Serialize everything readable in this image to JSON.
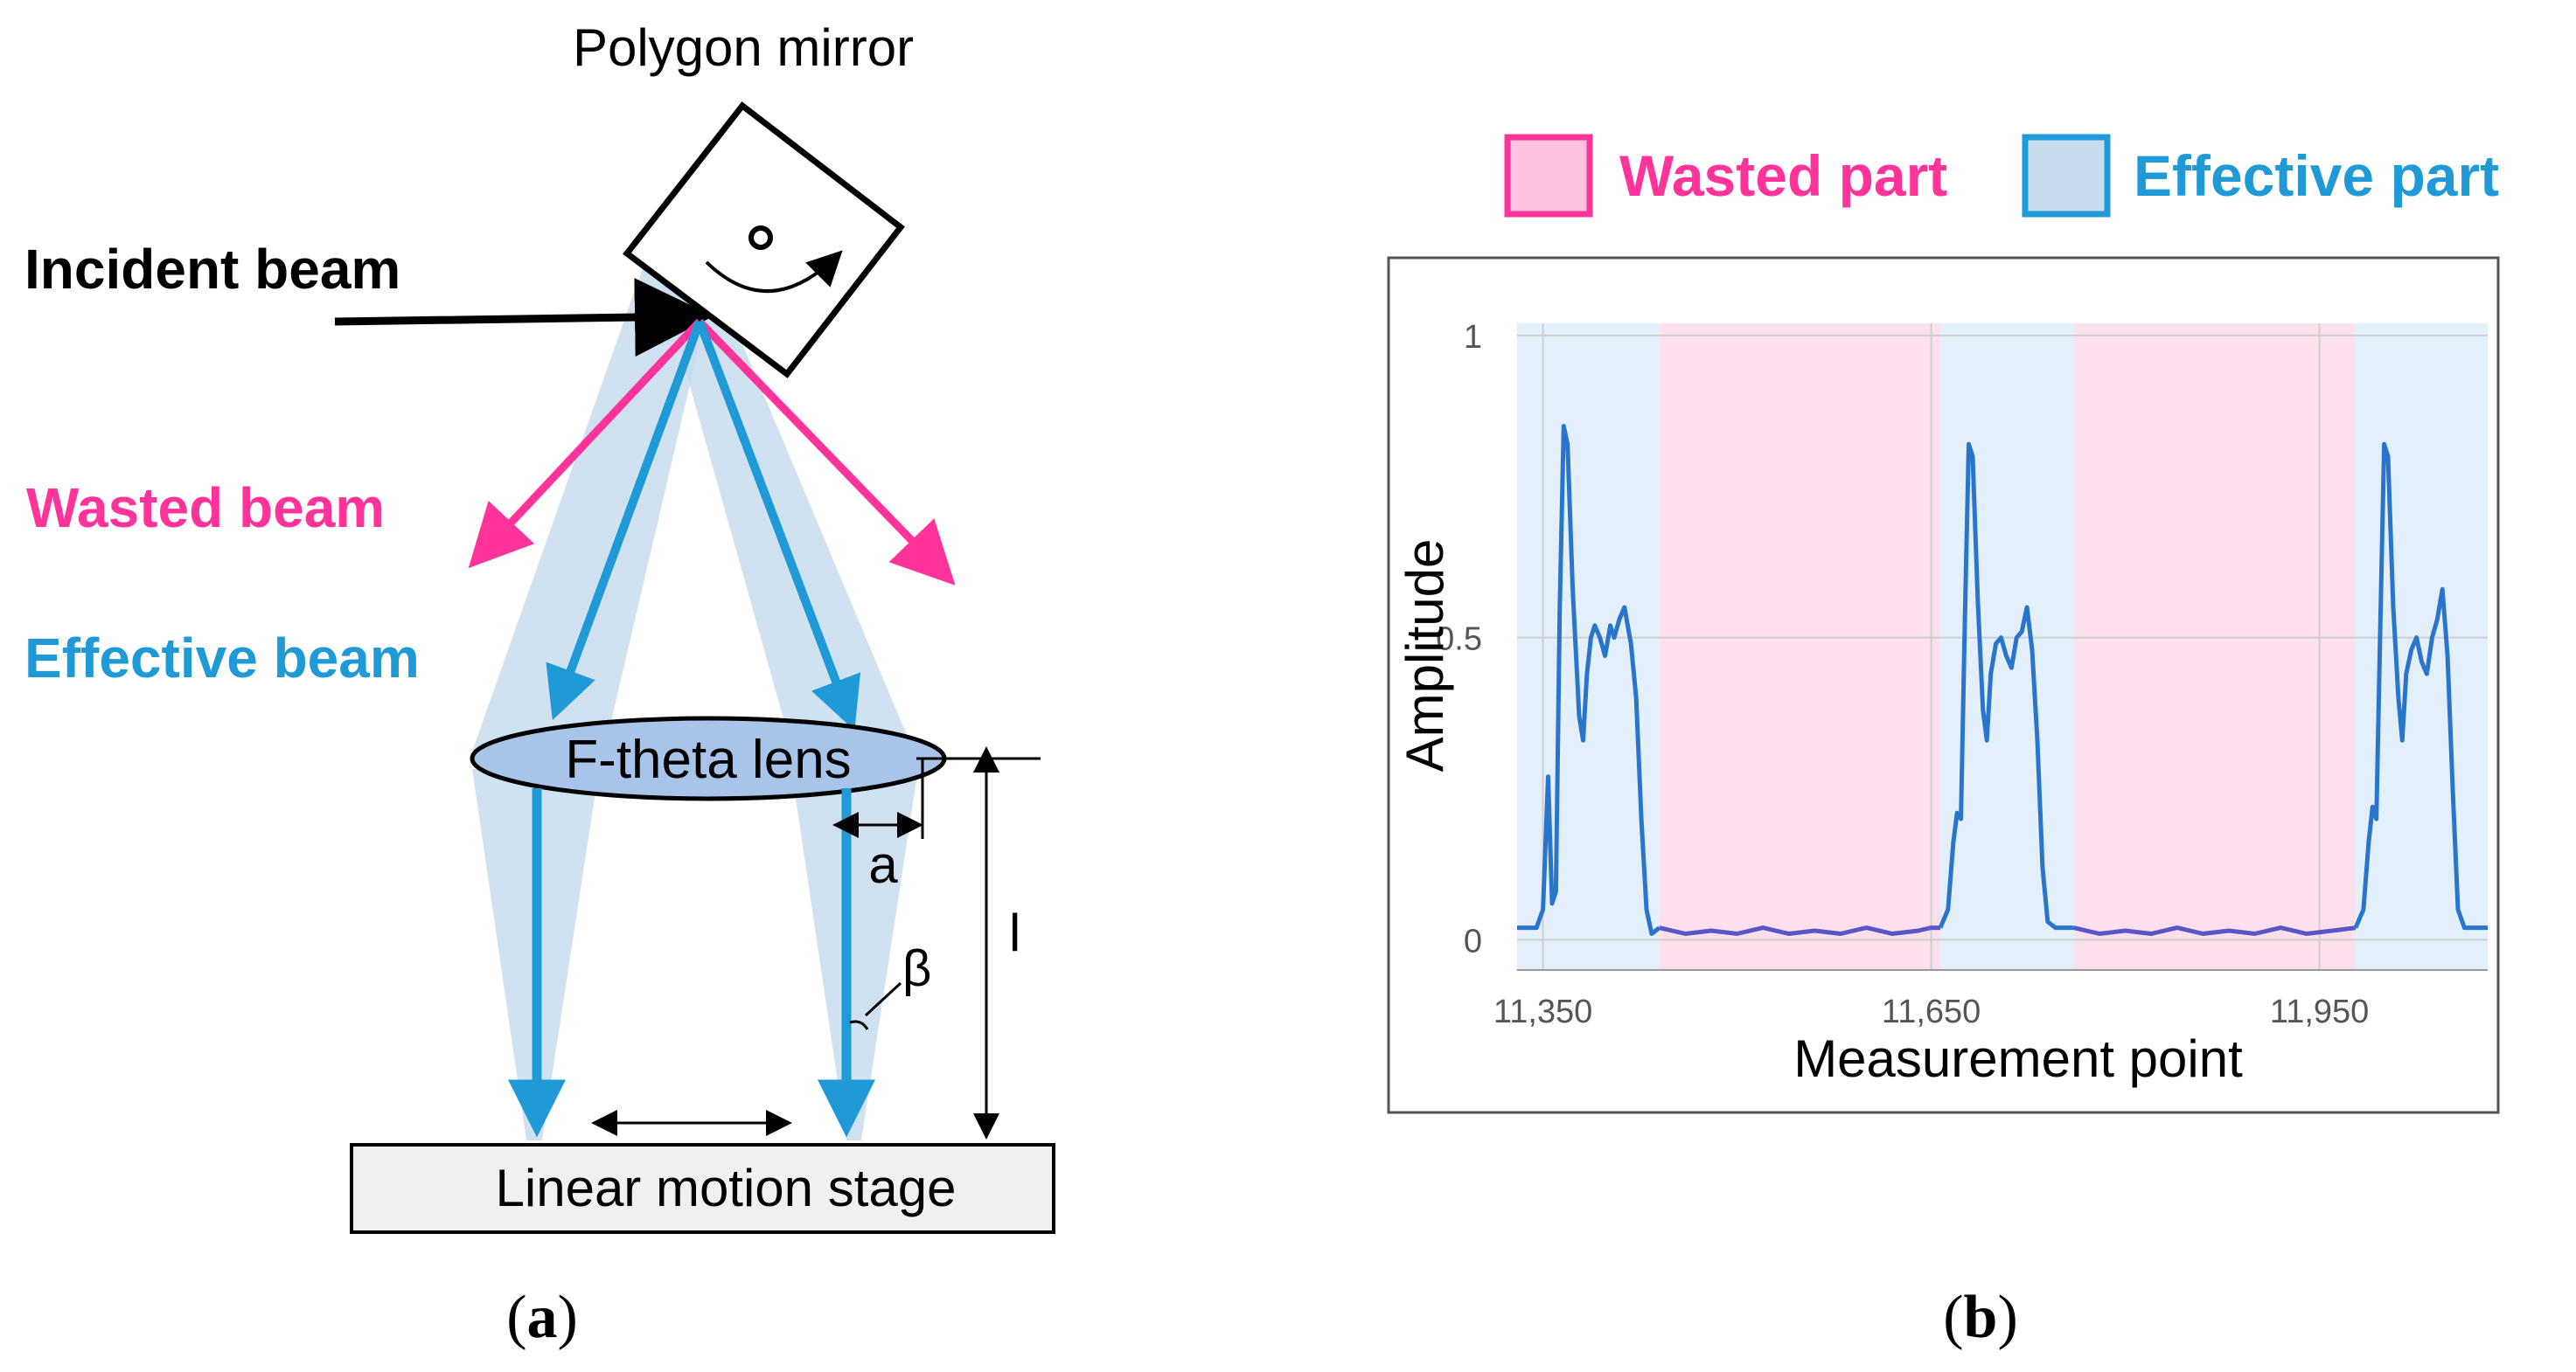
{
  "diagram_a": {
    "title": "Polygon mirror",
    "incident_label": "Incident beam",
    "wasted_label": "Wasted beam",
    "effective_label": "Effective beam",
    "lens_label": "F-theta lens",
    "dim_a": "a",
    "dim_l": "l",
    "angle_label": "β",
    "stage_label": "Linear motion stage",
    "panel_label_open": "(",
    "panel_label_letter": "a",
    "panel_label_close": ")"
  },
  "chart_b": {
    "legend_wasted": "Wasted part",
    "legend_effective": "Effective part",
    "panel_label_open": "(",
    "panel_label_letter": "b",
    "panel_label_close": ")"
  },
  "colors": {
    "magenta": "#ff3399",
    "blue": "#1f9ad6",
    "beam_shade": "#c8dcee",
    "lens_fill": "#a8c4e8",
    "effective_region": "#e3effb",
    "wasted_region": "#fde0ee",
    "trace_blue": "#2a75cc",
    "trace_purple": "#5a56c8",
    "stage_fill": "#f0f0f0"
  },
  "chart_data": {
    "type": "line",
    "xlabel": "Measurement point",
    "ylabel": "Amplitude",
    "xlim": [
      11330,
      12080
    ],
    "ylim": [
      -0.05,
      1.02
    ],
    "xticks": [
      11350,
      11650,
      11950
    ],
    "xtick_labels": [
      "11,350",
      "11,650",
      "11,950"
    ],
    "yticks": [
      0,
      0.5,
      1
    ],
    "ytick_labels": [
      "0",
      "0.5",
      "1"
    ],
    "grid": true,
    "legend_position": "top",
    "regions": [
      {
        "kind": "effective",
        "x0": 11330,
        "x1": 11440
      },
      {
        "kind": "wasted",
        "x0": 11440,
        "x1": 11657
      },
      {
        "kind": "effective",
        "x0": 11657,
        "x1": 11760
      },
      {
        "kind": "wasted",
        "x0": 11760,
        "x1": 11978
      },
      {
        "kind": "effective",
        "x0": 11978,
        "x1": 12080
      }
    ],
    "series": [
      {
        "segments": [
          {
            "kind": "effective",
            "points": [
              [
                11330,
                0.02
              ],
              [
                11345,
                0.02
              ],
              [
                11350,
                0.05
              ],
              [
                11354,
                0.27
              ],
              [
                11357,
                0.06
              ],
              [
                11360,
                0.08
              ],
              [
                11363,
                0.55
              ],
              [
                11366,
                0.85
              ],
              [
                11369,
                0.82
              ],
              [
                11373,
                0.58
              ],
              [
                11378,
                0.37
              ],
              [
                11381,
                0.33
              ],
              [
                11384,
                0.44
              ],
              [
                11387,
                0.5
              ],
              [
                11390,
                0.52
              ],
              [
                11394,
                0.5
              ],
              [
                11398,
                0.47
              ],
              [
                11402,
                0.52
              ],
              [
                11405,
                0.5
              ],
              [
                11409,
                0.53
              ],
              [
                11413,
                0.55
              ],
              [
                11418,
                0.49
              ],
              [
                11422,
                0.4
              ],
              [
                11426,
                0.2
              ],
              [
                11430,
                0.05
              ],
              [
                11434,
                0.01
              ],
              [
                11440,
                0.02
              ]
            ]
          },
          {
            "kind": "wasted",
            "points": [
              [
                11440,
                0.02
              ],
              [
                11460,
                0.01
              ],
              [
                11480,
                0.015
              ],
              [
                11500,
                0.01
              ],
              [
                11520,
                0.02
              ],
              [
                11540,
                0.01
              ],
              [
                11560,
                0.015
              ],
              [
                11580,
                0.01
              ],
              [
                11600,
                0.02
              ],
              [
                11620,
                0.01
              ],
              [
                11640,
                0.015
              ],
              [
                11650,
                0.02
              ],
              [
                11657,
                0.02
              ]
            ]
          },
          {
            "kind": "effective",
            "points": [
              [
                11657,
                0.02
              ],
              [
                11663,
                0.05
              ],
              [
                11667,
                0.16
              ],
              [
                11670,
                0.21
              ],
              [
                11673,
                0.2
              ],
              [
                11676,
                0.53
              ],
              [
                11679,
                0.82
              ],
              [
                11682,
                0.8
              ],
              [
                11686,
                0.56
              ],
              [
                11690,
                0.38
              ],
              [
                11693,
                0.33
              ],
              [
                11696,
                0.44
              ],
              [
                11700,
                0.49
              ],
              [
                11704,
                0.5
              ],
              [
                11708,
                0.47
              ],
              [
                11712,
                0.45
              ],
              [
                11716,
                0.5
              ],
              [
                11720,
                0.51
              ],
              [
                11724,
                0.55
              ],
              [
                11728,
                0.48
              ],
              [
                11732,
                0.33
              ],
              [
                11736,
                0.12
              ],
              [
                11740,
                0.03
              ],
              [
                11746,
                0.02
              ],
              [
                11760,
                0.02
              ]
            ]
          },
          {
            "kind": "wasted",
            "points": [
              [
                11760,
                0.02
              ],
              [
                11780,
                0.01
              ],
              [
                11800,
                0.015
              ],
              [
                11820,
                0.01
              ],
              [
                11840,
                0.02
              ],
              [
                11860,
                0.01
              ],
              [
                11880,
                0.015
              ],
              [
                11900,
                0.01
              ],
              [
                11920,
                0.02
              ],
              [
                11940,
                0.01
              ],
              [
                11960,
                0.015
              ],
              [
                11978,
                0.02
              ]
            ]
          },
          {
            "kind": "effective",
            "points": [
              [
                11978,
                0.02
              ],
              [
                11984,
                0.05
              ],
              [
                11988,
                0.16
              ],
              [
                11991,
                0.22
              ],
              [
                11994,
                0.2
              ],
              [
                11997,
                0.52
              ],
              [
                12000,
                0.82
              ],
              [
                12003,
                0.8
              ],
              [
                12007,
                0.55
              ],
              [
                12011,
                0.4
              ],
              [
                12014,
                0.33
              ],
              [
                12017,
                0.44
              ],
              [
                12021,
                0.48
              ],
              [
                12025,
                0.5
              ],
              [
                12029,
                0.46
              ],
              [
                12033,
                0.44
              ],
              [
                12037,
                0.5
              ],
              [
                12041,
                0.53
              ],
              [
                12045,
                0.58
              ],
              [
                12049,
                0.47
              ],
              [
                12053,
                0.25
              ],
              [
                12057,
                0.05
              ],
              [
                12062,
                0.02
              ],
              [
                12080,
                0.02
              ]
            ]
          }
        ]
      }
    ]
  }
}
